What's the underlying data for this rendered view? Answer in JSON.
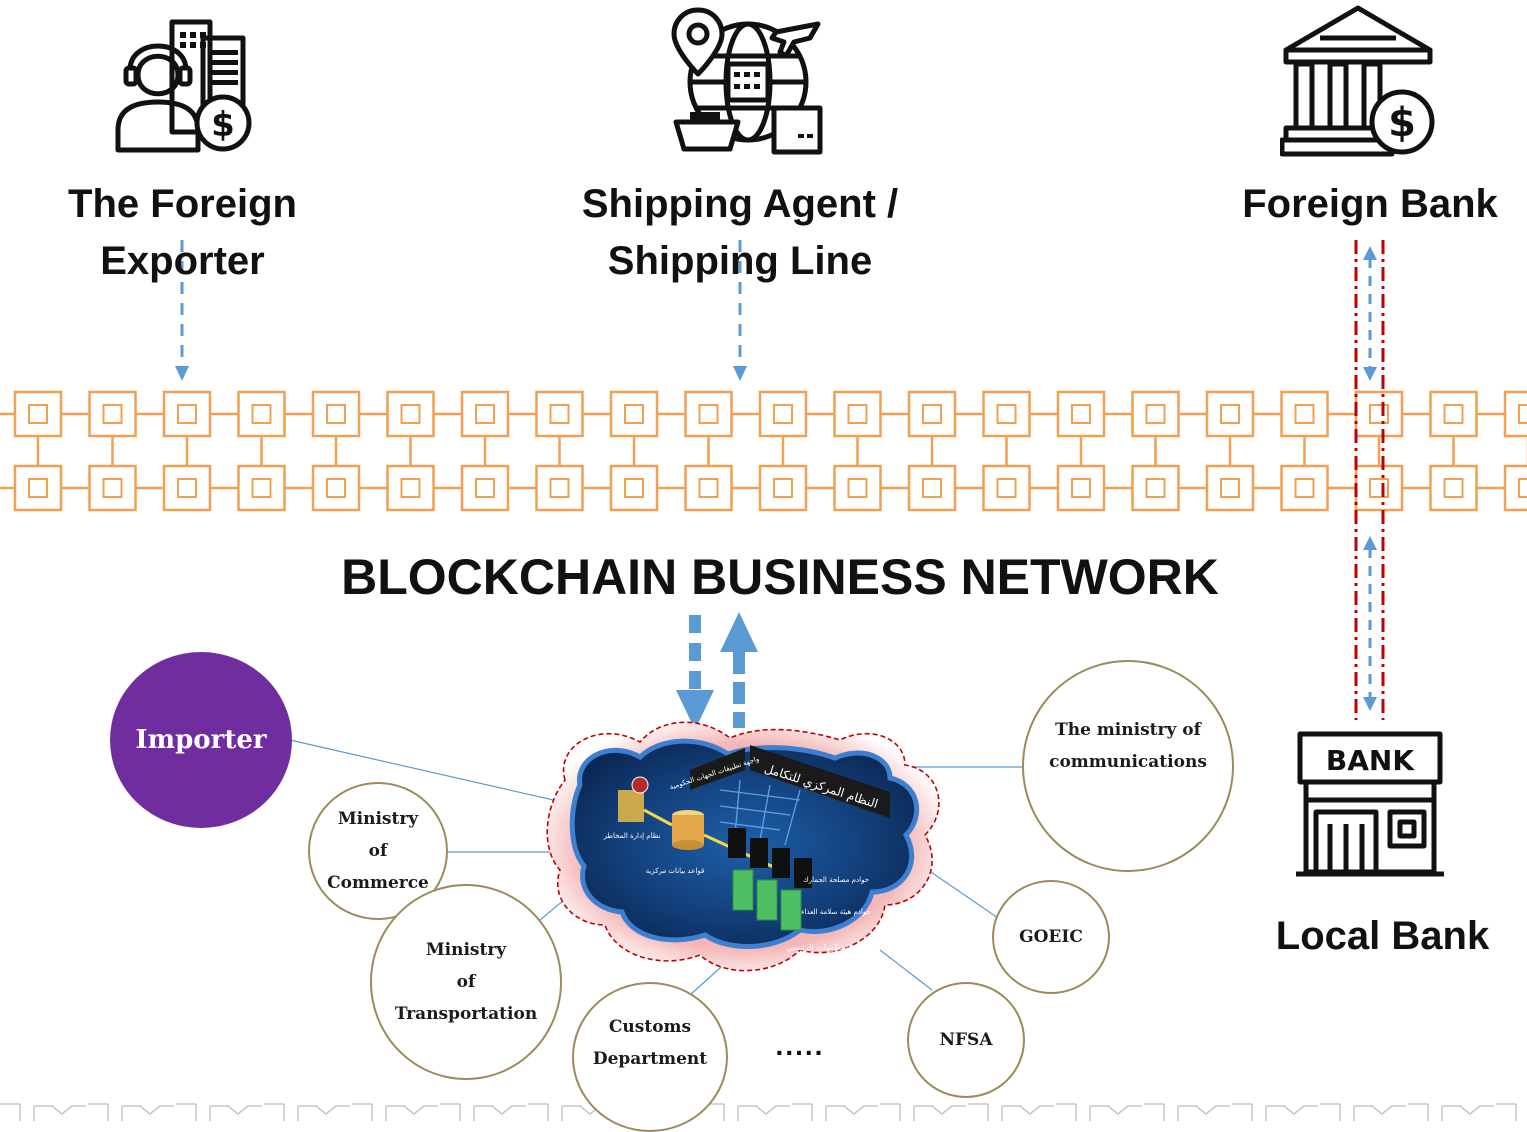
{
  "parties": {
    "exporter": {
      "line1": "The Foreign",
      "line2": "Exporter"
    },
    "shipping": {
      "line1": "Shipping Agent /",
      "line2": "Shipping Line"
    },
    "foreign_bank": {
      "label": "Foreign Bank"
    },
    "local_bank": {
      "label": "Local Bank",
      "sign": "BANK"
    }
  },
  "network_title": "BLOCKCHAIN BUSINESS NETWORK",
  "nodes": {
    "importer": "Importer",
    "commerce": [
      "Ministry",
      "of",
      "Commerce"
    ],
    "transportation": [
      "Ministry",
      "of",
      "Transportation"
    ],
    "customs": [
      "Customs",
      "Department"
    ],
    "ellipsis": ".....",
    "nfsa": "NFSA",
    "goeic": "GOEIC",
    "communications": [
      "The ministry of",
      "communications"
    ]
  },
  "cloud": {
    "panel_label": "النظام المركزي للتكامل",
    "risk_label": "نظام إدارة المخاطر",
    "db_label": "قواعد بيانات مركزية",
    "customs_servers": "خوادم مصلحة الجمارك",
    "nfsa_servers": "خوادم هيئة سلامة الغذاء",
    "datacenter": "مركز المعلومات الرئيسي",
    "apps_label": "واجهة تطبيقات الجهات الحكومية"
  },
  "colors": {
    "chain": "#f0a050",
    "arrow_blue": "#5b9bd5",
    "dashed_red": "#c00000",
    "importer": "#6f2da0",
    "circle_border": "#9c8b5a",
    "connector": "#5b9bd5"
  }
}
